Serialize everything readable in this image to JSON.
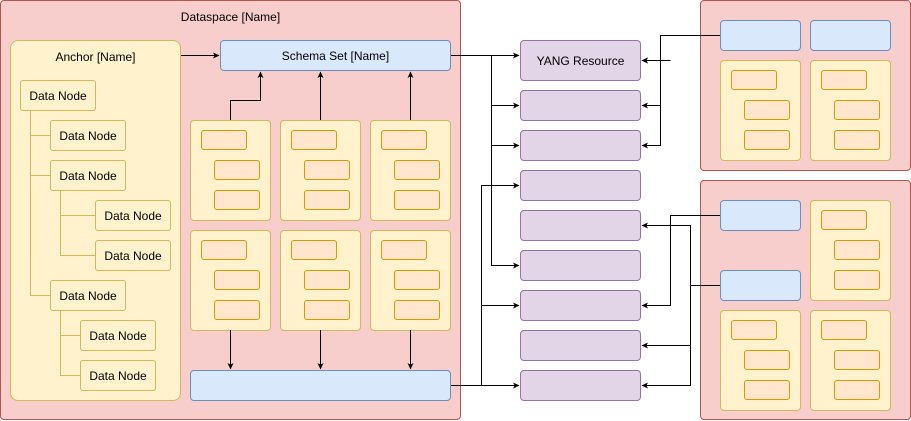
{
  "dataspace": {
    "title": "Dataspace [Name]"
  },
  "anchor": {
    "title": "Anchor [Name]"
  },
  "schema_set": {
    "label": "Schema Set [Name]"
  },
  "yang_resource": {
    "label": "YANG Resource"
  },
  "data_nodes": [
    {
      "label": "Data Node"
    },
    {
      "label": "Data Node"
    },
    {
      "label": "Data Node"
    },
    {
      "label": "Data Node"
    },
    {
      "label": "Data Node"
    },
    {
      "label": "Data Node"
    },
    {
      "label": "Data Node"
    },
    {
      "label": "Data Node"
    }
  ],
  "colors": {
    "pink_fill": "#f8cecc",
    "pink_stroke": "#b85450",
    "yellow_fill": "#fff2cc",
    "yellow_stroke": "#d6b656",
    "blue_fill": "#dae8fc",
    "blue_stroke": "#6c8ebf",
    "purple_fill": "#e1d5e7",
    "purple_stroke": "#9673a6",
    "orange_fill": "#ffe6cc",
    "orange_stroke": "#d79b00",
    "tree_line": "#d6b656",
    "edge": "#000000"
  }
}
